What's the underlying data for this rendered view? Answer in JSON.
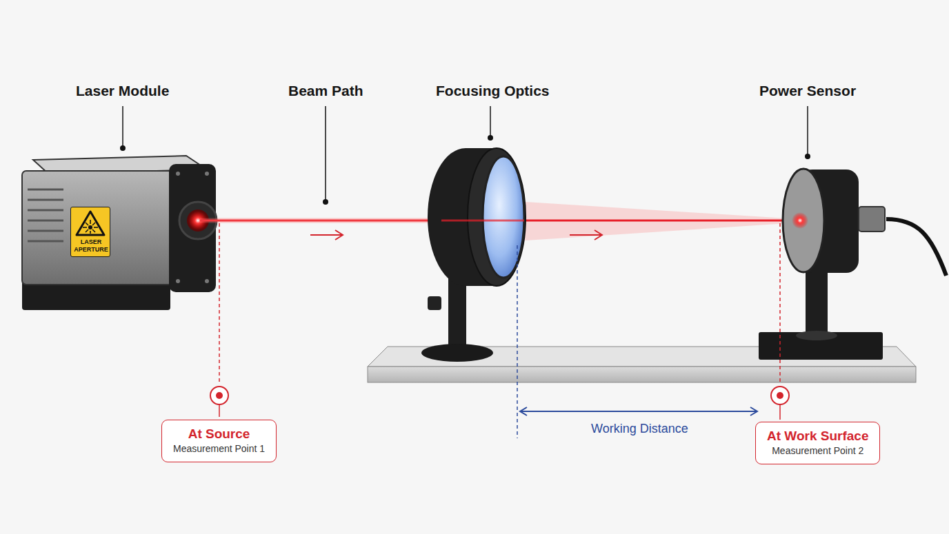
{
  "diagram": {
    "nodes": [
      {
        "text": [
          "LASER APERTURE"
        ]
      },
      {
        "text": [
          "At Source",
          "Measurement Point 1"
        ]
      },
      {
        "text": [
          "At Work Surface",
          "Measurement Point 2"
        ]
      }
    ],
    "labels": [
      "Laser Module",
      "Beam Path",
      "Focusing Optics",
      "Power Sensor",
      "Working Distance"
    ]
  }
}
